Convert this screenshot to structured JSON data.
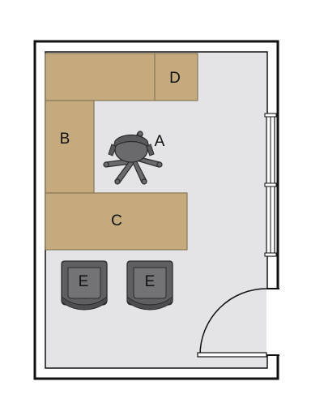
{
  "floor_plan": {
    "labels": {
      "chair": "A",
      "side_desk": "B",
      "main_desk": "C",
      "cabinet": "D",
      "guest_chair_left": "E",
      "guest_chair_right": "E"
    },
    "colors": {
      "wall": "#111111",
      "floor": "#e4e4e6",
      "furniture": "#c4aa7c",
      "furniture_outline": "#8a7756",
      "chair": "#6a6a6d",
      "chair_outline": "#2b2b2d",
      "window": "#ffffff"
    },
    "icons": {
      "chair": "office-chair-icon",
      "guest_chair": "armchair-icon",
      "door": "door-swing-icon",
      "window": "window-icon"
    }
  }
}
